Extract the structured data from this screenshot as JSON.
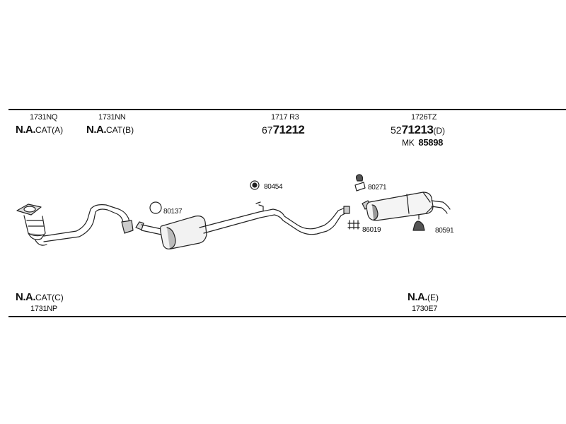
{
  "parts": {
    "top_left": {
      "code": "1731NQ",
      "na": "N.A.",
      "suffix": "CAT(A)"
    },
    "top_second": {
      "code": "1731NN",
      "na": "N.A.",
      "suffix": "CAT(B)"
    },
    "top_middle": {
      "code": "1717 R3",
      "prefix": "67",
      "number": "71212"
    },
    "top_right": {
      "code": "1726TZ",
      "prefix": "52",
      "number": "71213",
      "suffix": "(D)",
      "mk_prefix": "MK",
      "mk_number": "85898"
    },
    "bottom_left": {
      "na": "N.A.",
      "suffix": "CAT(C)",
      "code": "1731NP"
    },
    "bottom_right": {
      "na": "N.A.",
      "suffix": "(E)",
      "code": "1730E7"
    }
  },
  "accessories": {
    "ring": "80137",
    "bracket_mid": "80454",
    "clamp": "80271",
    "bolts": "86019",
    "hanger": "80591"
  }
}
